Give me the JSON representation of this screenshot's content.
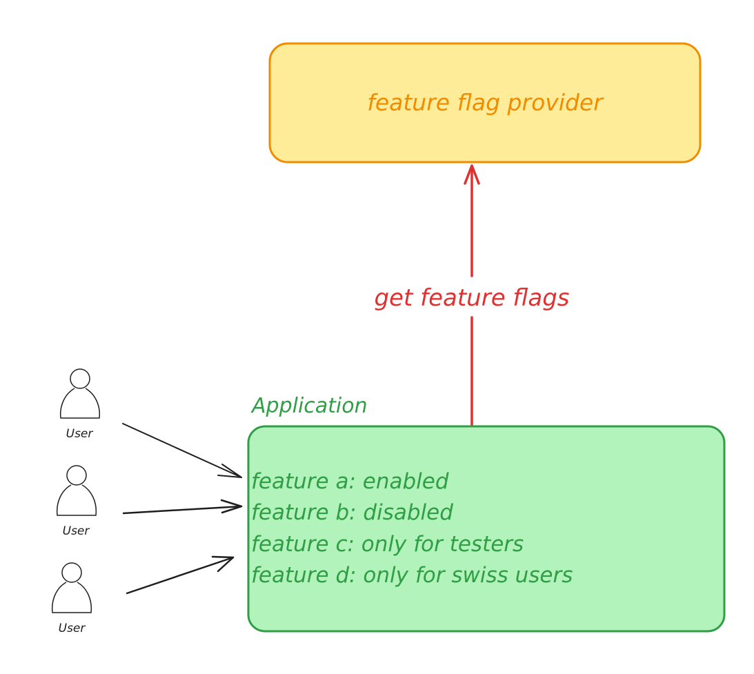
{
  "provider": {
    "label": "feature flag provider",
    "fill": "#ffec99",
    "stroke": "#f08c00",
    "text_color": "#f08c00"
  },
  "connection": {
    "label": "get feature flags",
    "color": "#e03131"
  },
  "application": {
    "title": "Application",
    "fill": "#b2f2bb",
    "stroke": "#2f9e44",
    "text_color": "#2f9e44",
    "features": [
      "feature a: enabled",
      "feature b: disabled",
      "feature c: only for testers",
      "feature d: only for swiss users"
    ]
  },
  "users": [
    {
      "label": "User"
    },
    {
      "label": "User"
    },
    {
      "label": "User"
    }
  ],
  "arrow_color": "#1e1e1e"
}
